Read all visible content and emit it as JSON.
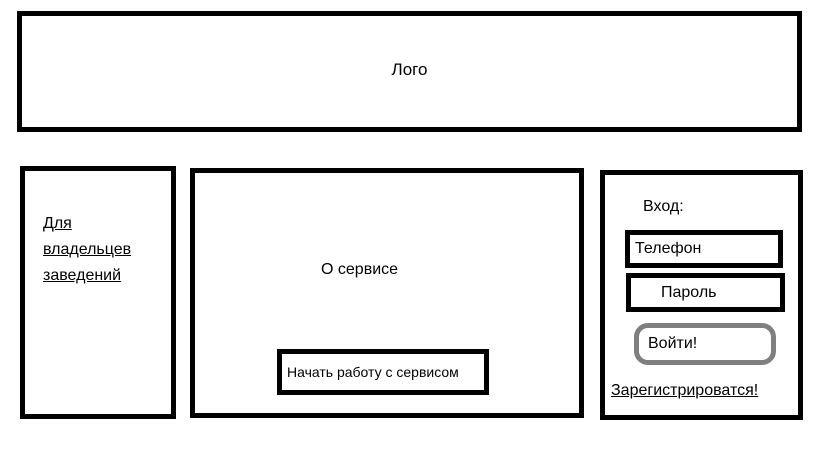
{
  "header": {
    "logo_label": "Лого"
  },
  "sidebar": {
    "owners_link": "Для владельцев заведений"
  },
  "main": {
    "about_label": "О сервисе",
    "start_button": "Начать работу с сервисом"
  },
  "login": {
    "title": "Вход:",
    "phone_placeholder": "Телефон",
    "password_placeholder": "Пароль",
    "submit_button": "Войти!",
    "register_link": "Зарегистрироватся!"
  }
}
